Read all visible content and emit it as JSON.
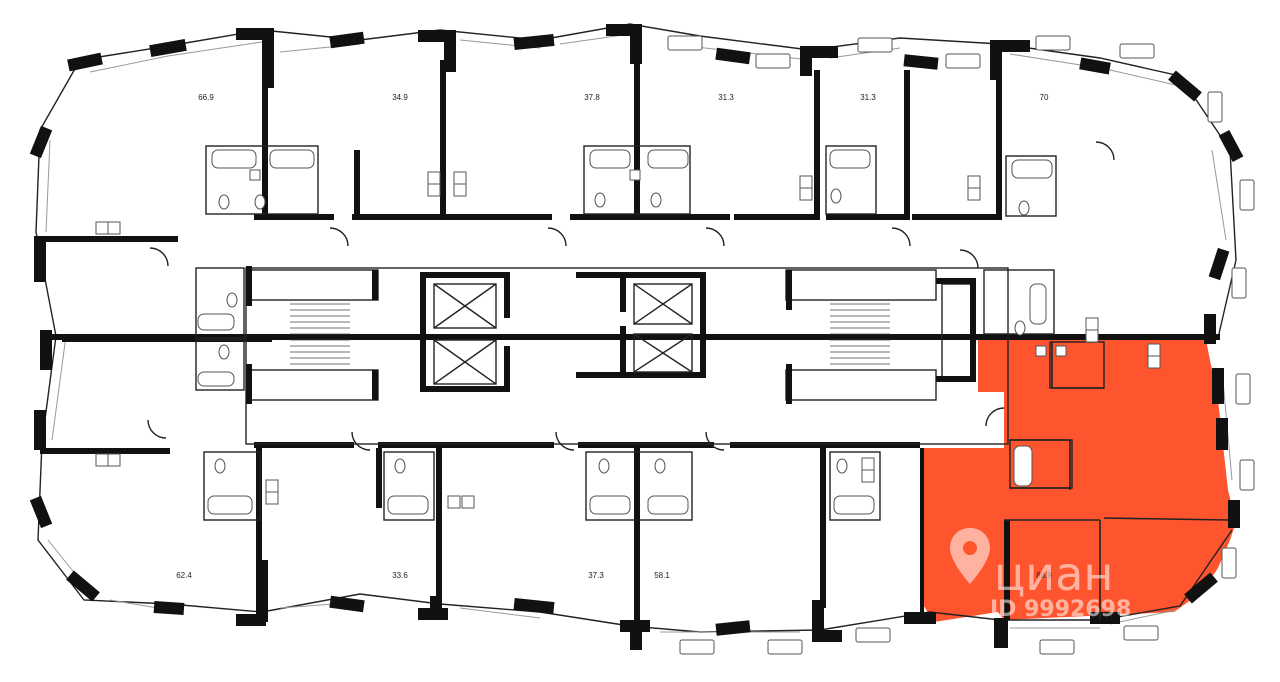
{
  "highlight_color": "#ff552e",
  "apartments": [
    {
      "id": "apt-66-9",
      "area": "66.9"
    },
    {
      "id": "apt-34-9",
      "area": "34.9"
    },
    {
      "id": "apt-37-8",
      "area": "37.8"
    },
    {
      "id": "apt-31-3-a",
      "area": "31.3"
    },
    {
      "id": "apt-31-3-b",
      "area": "31.3"
    },
    {
      "id": "apt-70",
      "area": "70"
    },
    {
      "id": "apt-62-4",
      "area": "62.4"
    },
    {
      "id": "apt-33-6",
      "area": "33.6"
    },
    {
      "id": "apt-37-3",
      "area": "37.3"
    },
    {
      "id": "apt-58-1",
      "area": "58.1"
    },
    {
      "id": "apt-88-9",
      "area": "88.9",
      "highlighted": true
    }
  ],
  "watermark": {
    "brand": "циан",
    "id_text": "ID 9992698",
    "icon": "location-pin-icon"
  }
}
